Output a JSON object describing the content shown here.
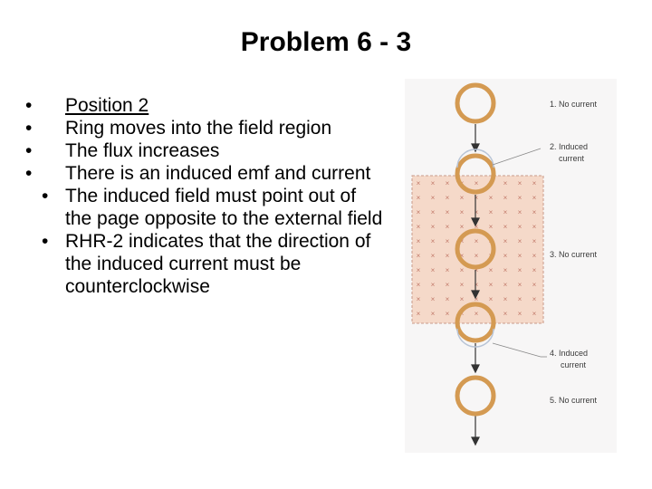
{
  "slide": {
    "title": "Problem 6 - 3",
    "bullets": [
      {
        "text": "Position 2",
        "underlined": true,
        "level": 1
      },
      {
        "text": "Ring moves into the field region",
        "level": 1
      },
      {
        "text": "The flux increases",
        "level": 1
      },
      {
        "text": "There is an induced emf and current",
        "level": 1
      },
      {
        "text": "The induced field must point out of the page opposite to the external field",
        "level": 2
      },
      {
        "text": "RHR-2 indicates that the direction of the induced current must be counterclockwise",
        "level": 2
      }
    ]
  },
  "figure": {
    "labels": {
      "pos1": "1. No current",
      "pos2_line1": "2. Induced",
      "pos2_line2": "current",
      "pos3": "3. No current",
      "pos4_line1": "4. Induced",
      "pos4_line2": "current",
      "pos5": "5. No current"
    },
    "colors": {
      "ring": "#d49a52",
      "field_region": "#f5d9c9",
      "field_x": "#c27a6a"
    }
  }
}
